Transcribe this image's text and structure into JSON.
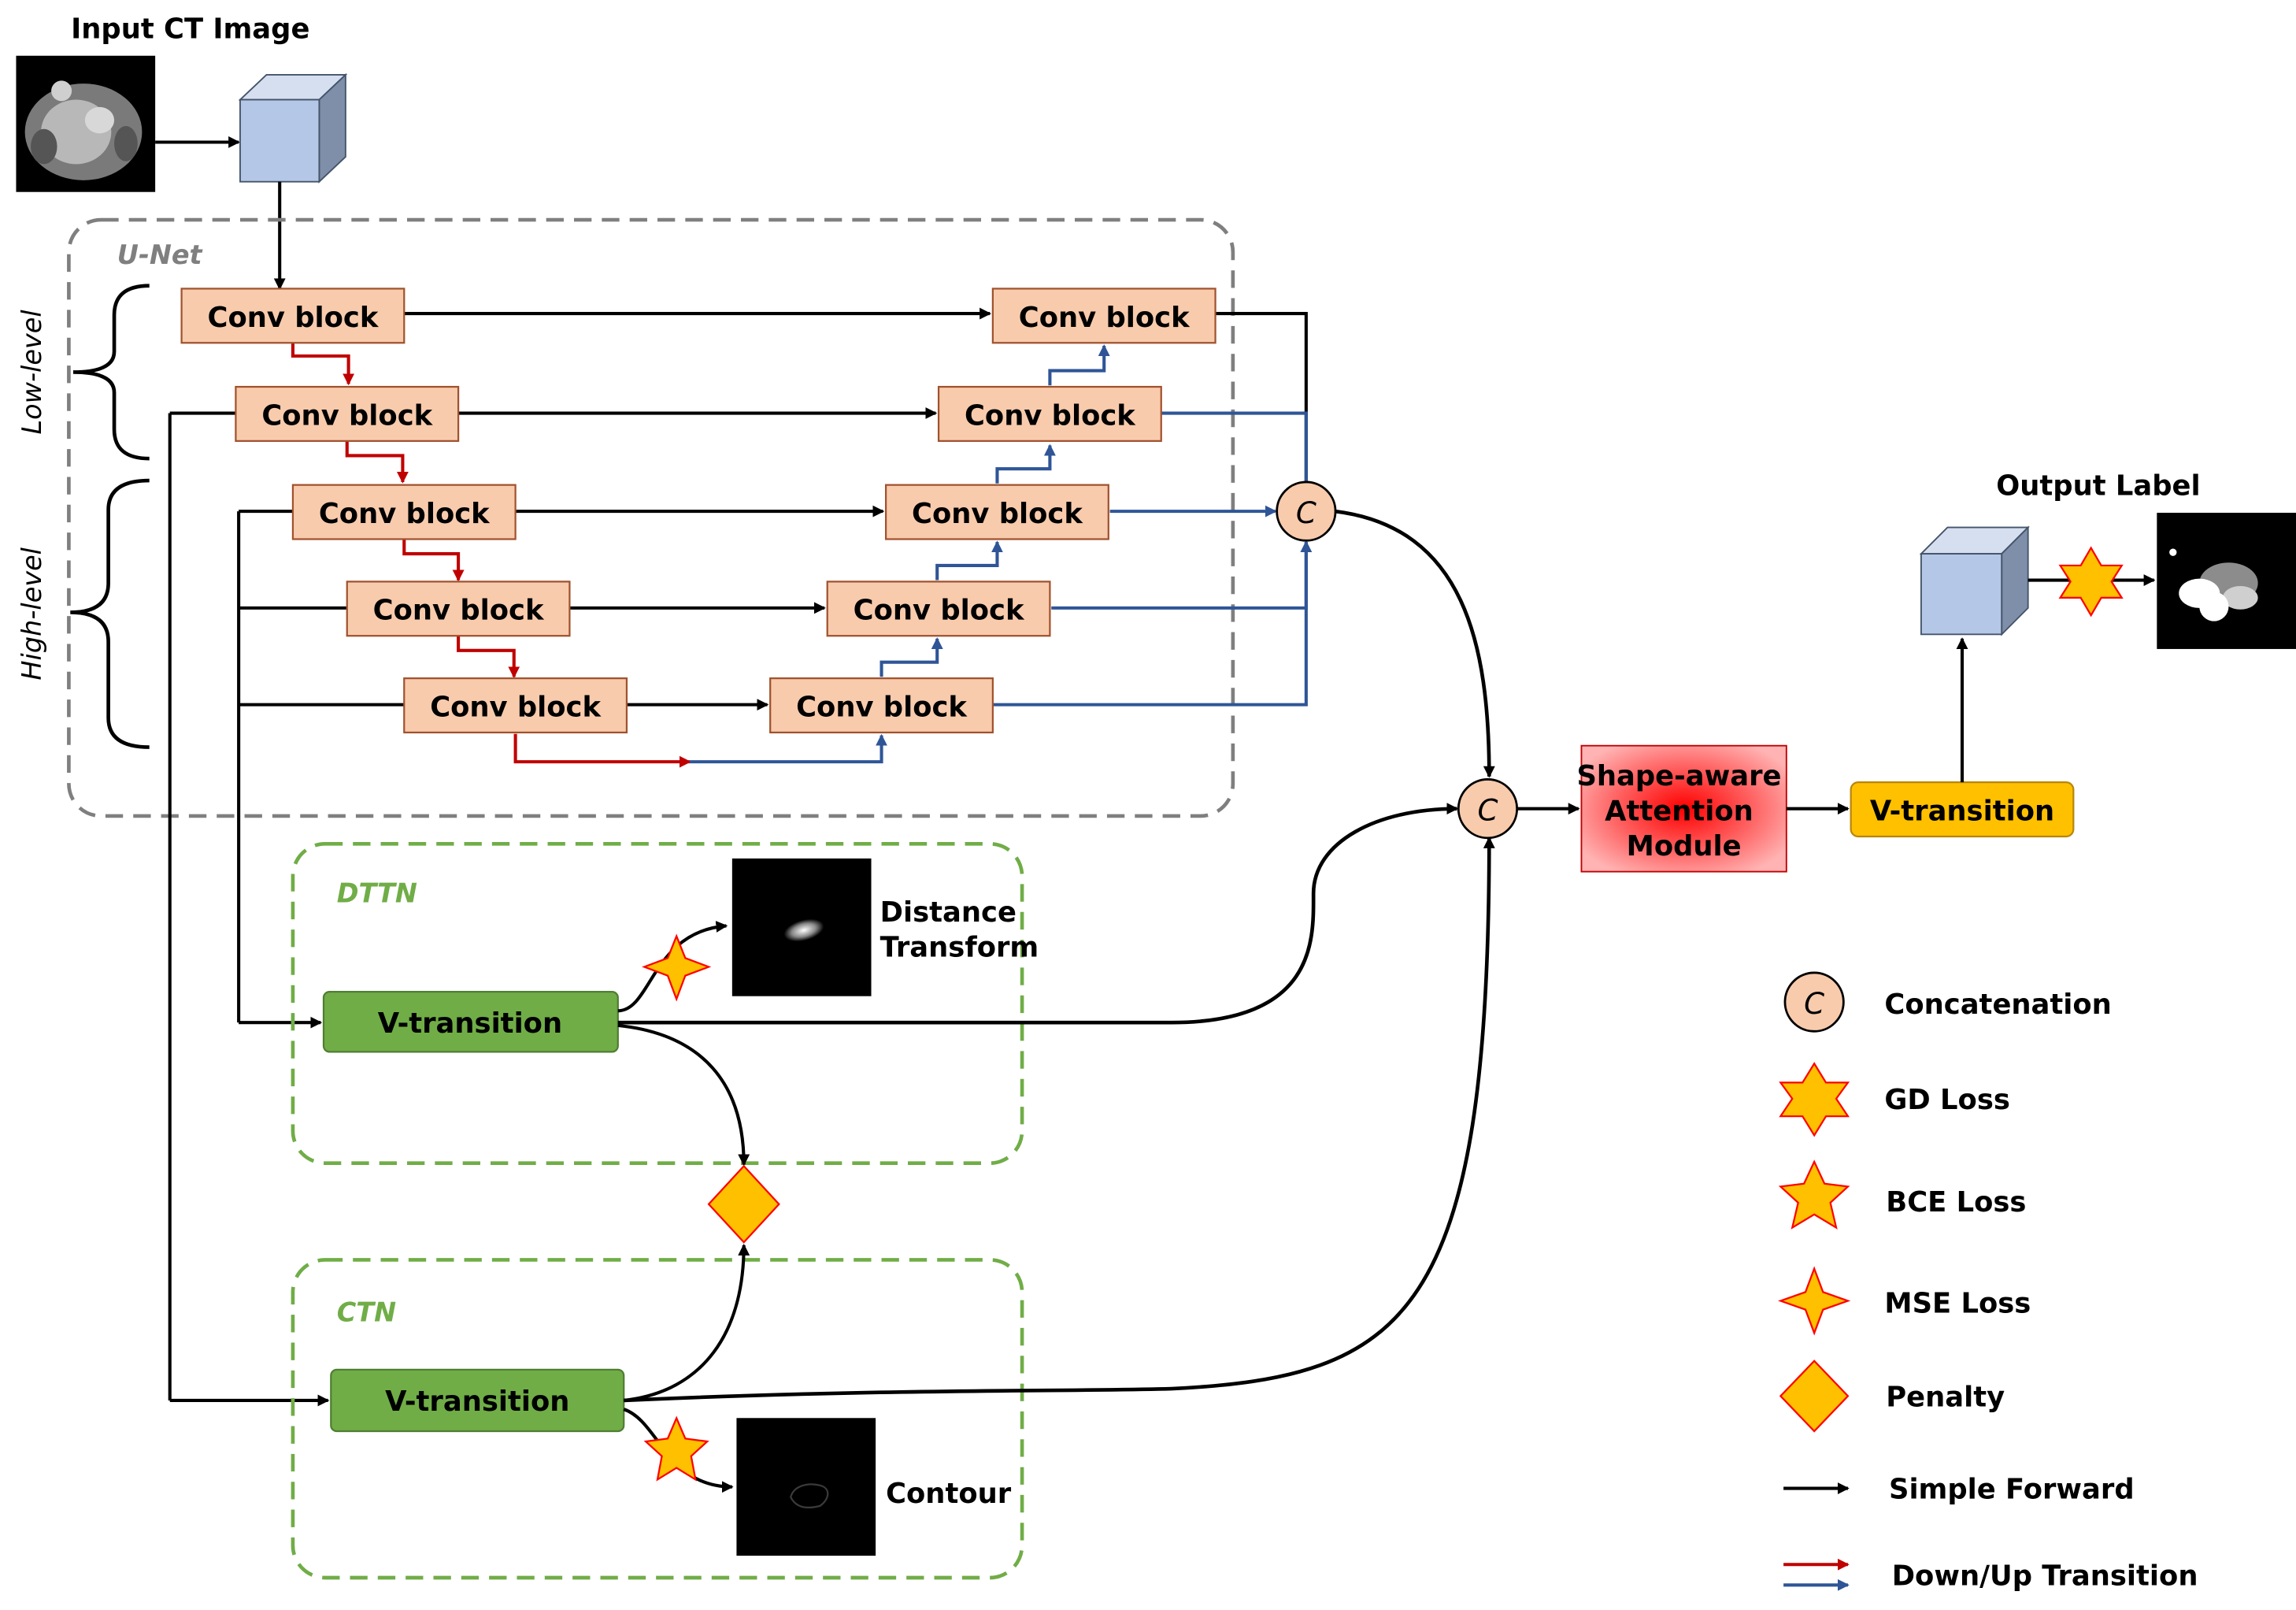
{
  "input_label": "Input CT Image",
  "output_label": "Output Label",
  "unet_label": "U-Net",
  "dttn_label": "DTTN",
  "ctn_label": "CTN",
  "low_level_label": "Low-level",
  "high_level_label": "High-level",
  "conv_block_label": "Conv block",
  "concat_symbol": "C",
  "v_transition_label": "V-transition",
  "attention_module": {
    "line1": "Shape-aware",
    "line2": "Attention",
    "line3": "Module"
  },
  "distance_transform": {
    "line1": "Distance",
    "line2": "Transform"
  },
  "contour_label": "Contour",
  "legend": {
    "concatenation": "Concatenation",
    "gd_loss": "GD Loss",
    "bce_loss": "BCE Loss",
    "mse_loss": "MSE Loss",
    "penalty": "Penalty",
    "simple_forward": "Simple Forward",
    "down_up_transition": "Down/Up Transition"
  },
  "colors": {
    "conv_fill": "#f8cbad",
    "conv_stroke": "#a0522d",
    "vtrans_green": "#70ad47",
    "vtrans_yellow": "#ffc000",
    "cube_front": "#b4c7e7",
    "down_red": "#c00000",
    "up_blue": "#2f5597",
    "unet_dash": "#7f7f7f",
    "dttn_dash": "#70ad47",
    "star_fill": "#ffc000",
    "star_stroke": "#ff0000"
  }
}
